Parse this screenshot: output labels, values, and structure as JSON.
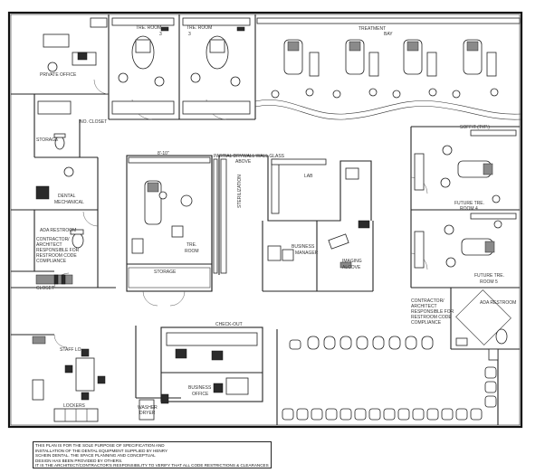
{
  "plan": {
    "rooms": {
      "private_office": "PRIVATE OFFICE",
      "tre_room_3a": "TRE. ROOM",
      "tre_room_3a_num": "3",
      "tre_room_3b": "TRE. ROOM",
      "tre_room_3b_num": "3",
      "treatment_bay": "TREATMENT",
      "treatment_bay_2": "BAY",
      "storage_left": "STORAGE",
      "closet": "NO. CLOSET",
      "soffit": "SOFFIT (TYP.)",
      "dental_mechanical": "DENTAL",
      "dental_mechanical_2": "MECHANICAL",
      "tre_room_center": "TRE.",
      "tre_room_center_2": "ROOM",
      "storage_center": "STORAGE",
      "sterilization": "STERILIZATION",
      "partition_note": "PARTIAL DRYWALL WALL GLASS",
      "partition_note_2": "ABOVE",
      "dimension": "8'-10\"",
      "lab": "LAB",
      "business_manager": "BUSINESS",
      "business_manager_2": "MANAGER",
      "imaging_alcove": "IMAGING",
      "imaging_alcove_2": "ALCOVE",
      "future_tre_room_4": "FUTURE TRE.",
      "future_tre_room_4_num": "ROOM 4",
      "future_tre_room_5": "FUTURE TRE.",
      "future_tre_room_5_num": "ROOM 5",
      "ada_restroom_left": "ADA RESTROOM",
      "ada_restroom_right": "ADA RESTROOM",
      "contractor_note_left": [
        "CONTRACTOR/",
        "ARCHITECT",
        "RESPONSIBLE FOR",
        "RESTROOM CODE",
        "COMPLIANCE"
      ],
      "contractor_note_right": [
        "CONTRACTOR/",
        "ARCHITECT",
        "RESPONSIBLE FOR",
        "RESTROOM CODE",
        "COMPLIANCE"
      ],
      "closet_small": "CLOSET",
      "check_out": "CHECK-OUT",
      "staff_lounge": "STAFF LO",
      "business_office": "BUSINESS",
      "business_office_2": "OFFICE",
      "lockers": "LOCKERS",
      "washer_dryer": "WASHER",
      "washer_dryer_2": "DRYER"
    },
    "disclaimer": [
      "THIS PLAN IS FOR THE SOLE PURPOSE OF SPECIFICATION AND",
      "INSTALLATION OF THE DENTAL EQUIPMENT SUPPLIED BY HENRY",
      "SCHEIN DENTAL. THE SPACE PLANNING AND CONCEPTUAL",
      "DESIGN HAS BEEN PROVIDED BY OTHERS.",
      "IT IS THE ARCHITECT/CONTRACTOR'S RESPONSIBILITY TO VERIFY THAT ALL CODE RESTRICTIONS & CLEARANCES ARE MET."
    ]
  }
}
